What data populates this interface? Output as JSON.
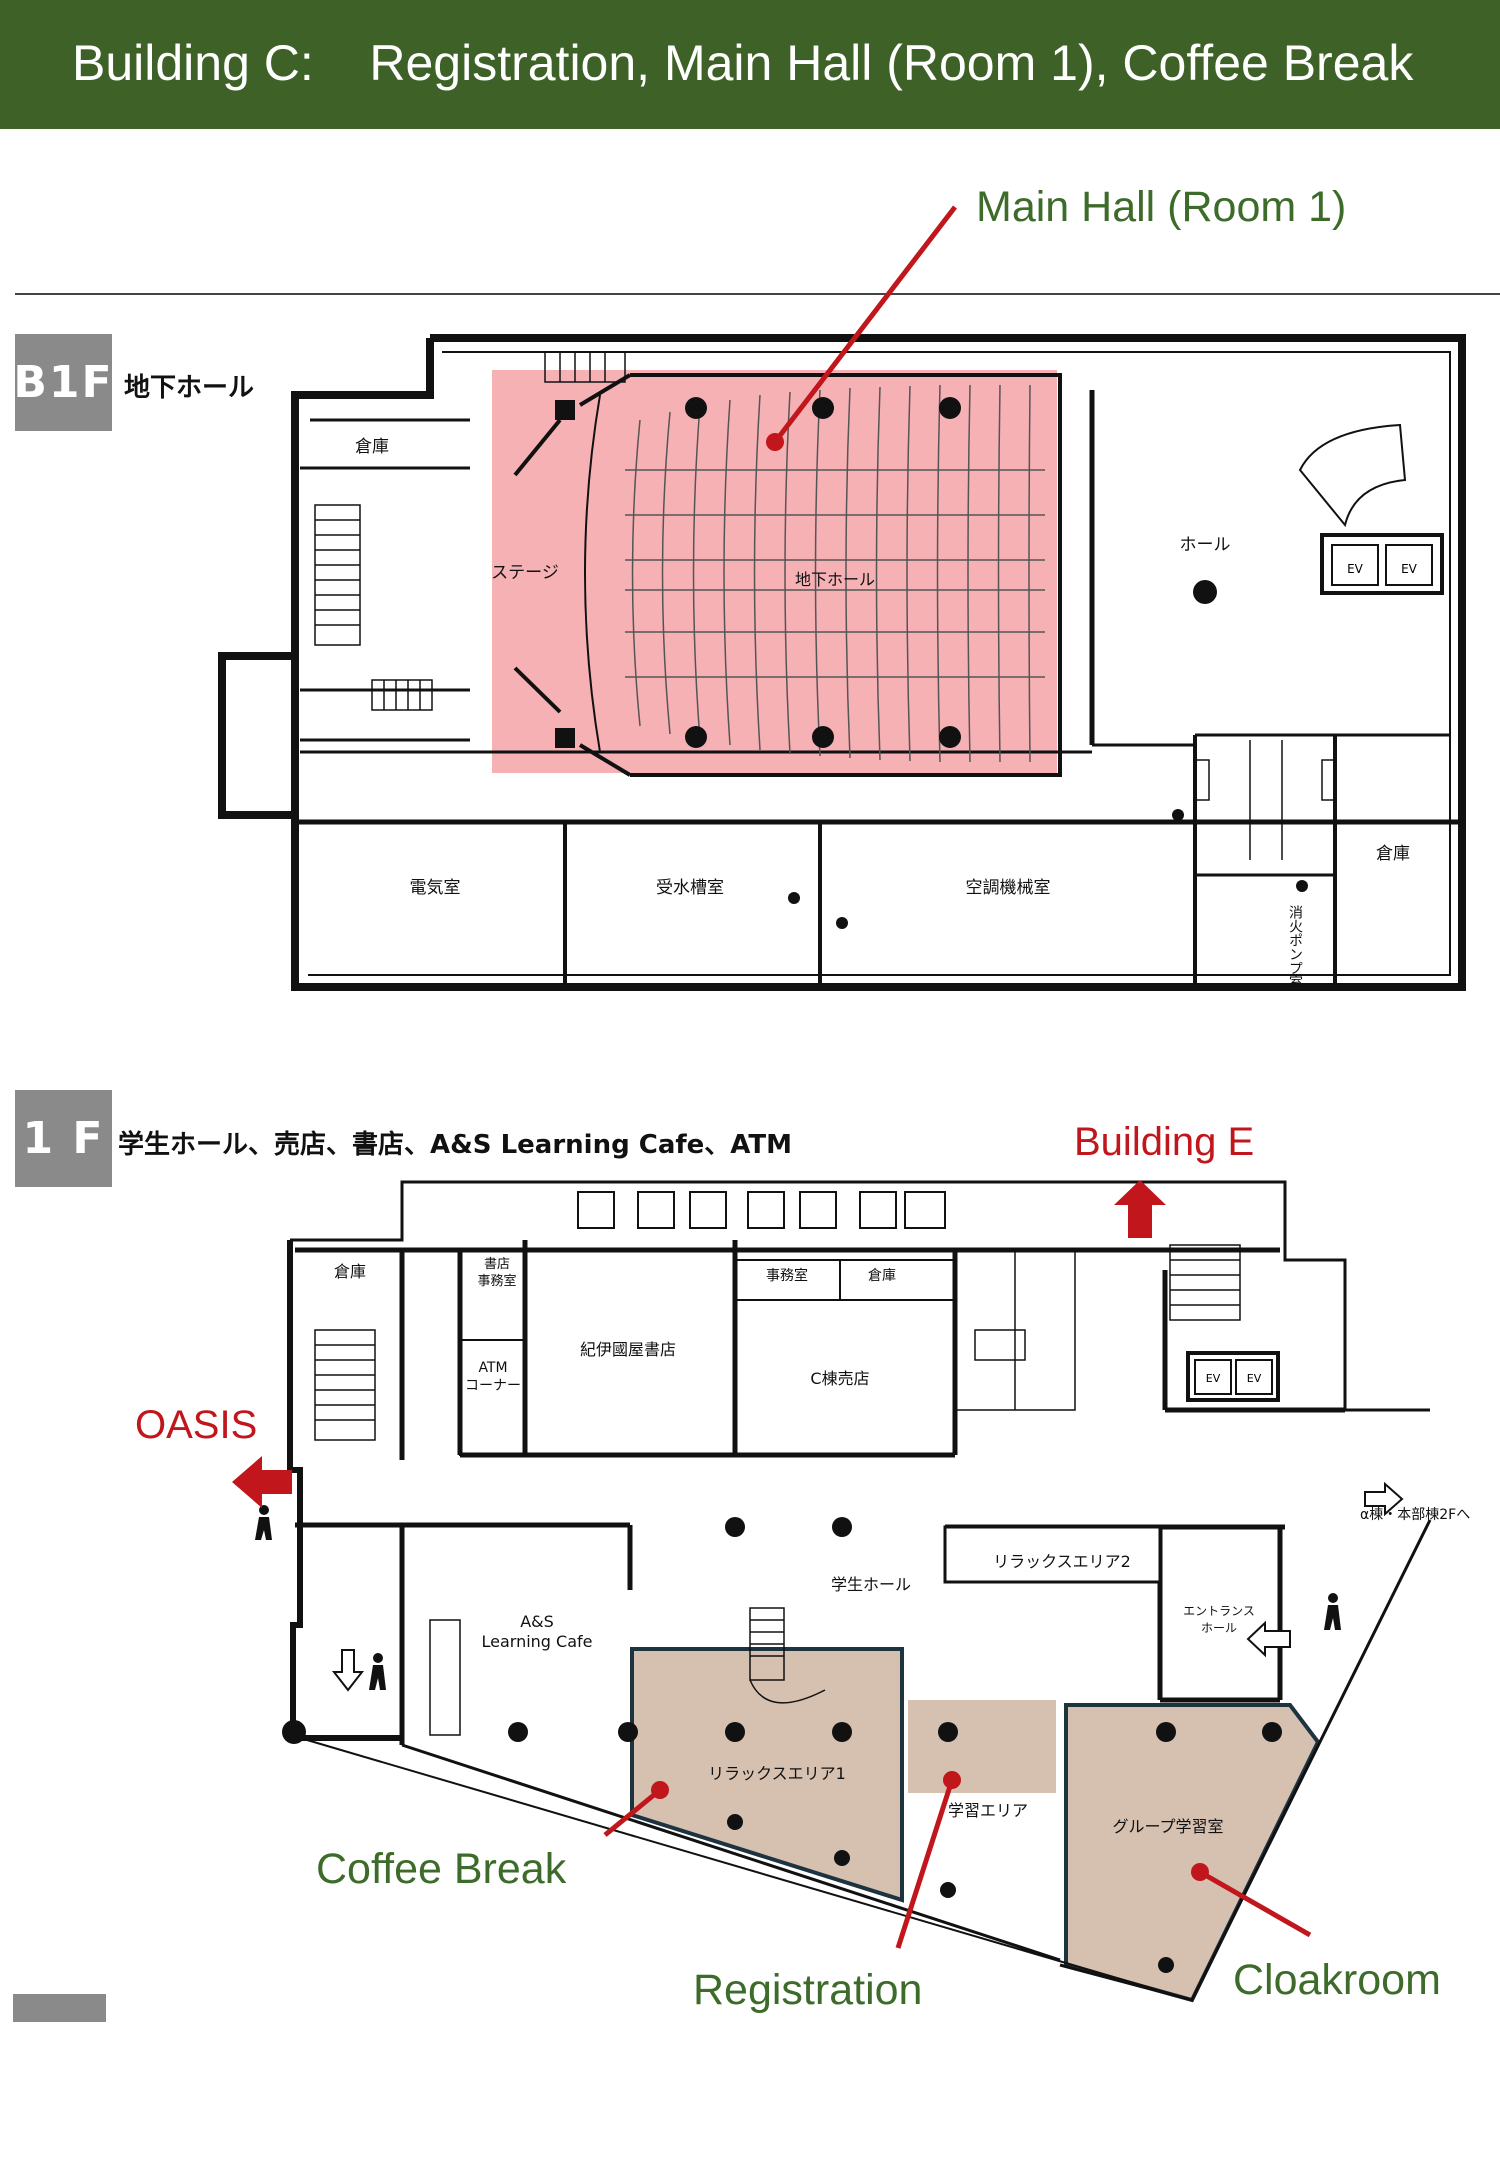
{
  "header": {
    "building": "Building C:",
    "subtitle": "Registration, Main Hall (Room 1), Coffee Break"
  },
  "callouts": {
    "main_hall": "Main Hall (Room 1)",
    "building_e": "Building E",
    "oasis": "OASIS",
    "coffee_break": "Coffee Break",
    "registration": "Registration",
    "cloakroom": "Cloakroom"
  },
  "floors": {
    "b1f": {
      "badge": "B1F",
      "description": "地下ホール",
      "rooms": {
        "storage_left": "倉庫",
        "stage": "ステージ",
        "underground_hall": "地下ホール",
        "hall": "ホール",
        "electric_room": "電気室",
        "water_tank_room": "受水槽室",
        "hvac_room": "空調機械室",
        "storage_right": "倉庫",
        "fire_pump_room": "消火ポンプ室",
        "ev": "EV"
      }
    },
    "f1": {
      "badge": "1 F",
      "description": "学生ホール、売店、書店、A&S Learning Cafe、ATM",
      "rooms": {
        "storage_left": "倉庫",
        "bookstore_office_1": "書店",
        "bookstore_office_2": "事務室",
        "atm_1": "ATM",
        "atm_2": "コーナー",
        "kinokuniya": "紀伊國屋書店",
        "office": "事務室",
        "storage_mid": "倉庫",
        "c_shop": "C棟売店",
        "student_hall": "学生ホール",
        "relax_area_2": "リラックスエリア2",
        "entrance_hall_1": "エントランス",
        "entrance_hall_2": "ホール",
        "as_cafe_1": "A&S",
        "as_cafe_2": "Learning Cafe",
        "relax_area_1": "リラックスエリア1",
        "study_area": "学習エリア",
        "group_study": "グループ学習室",
        "to_alpha": "α棟・本部棟2Fへ",
        "ev": "EV"
      }
    }
  },
  "colors": {
    "header_bg": "#3d6126",
    "callout_green": "#3d6b2a",
    "callout_red": "#c0161c",
    "main_hall_highlight": "#f5a3a8",
    "area_highlight": "#d6c0b0"
  }
}
